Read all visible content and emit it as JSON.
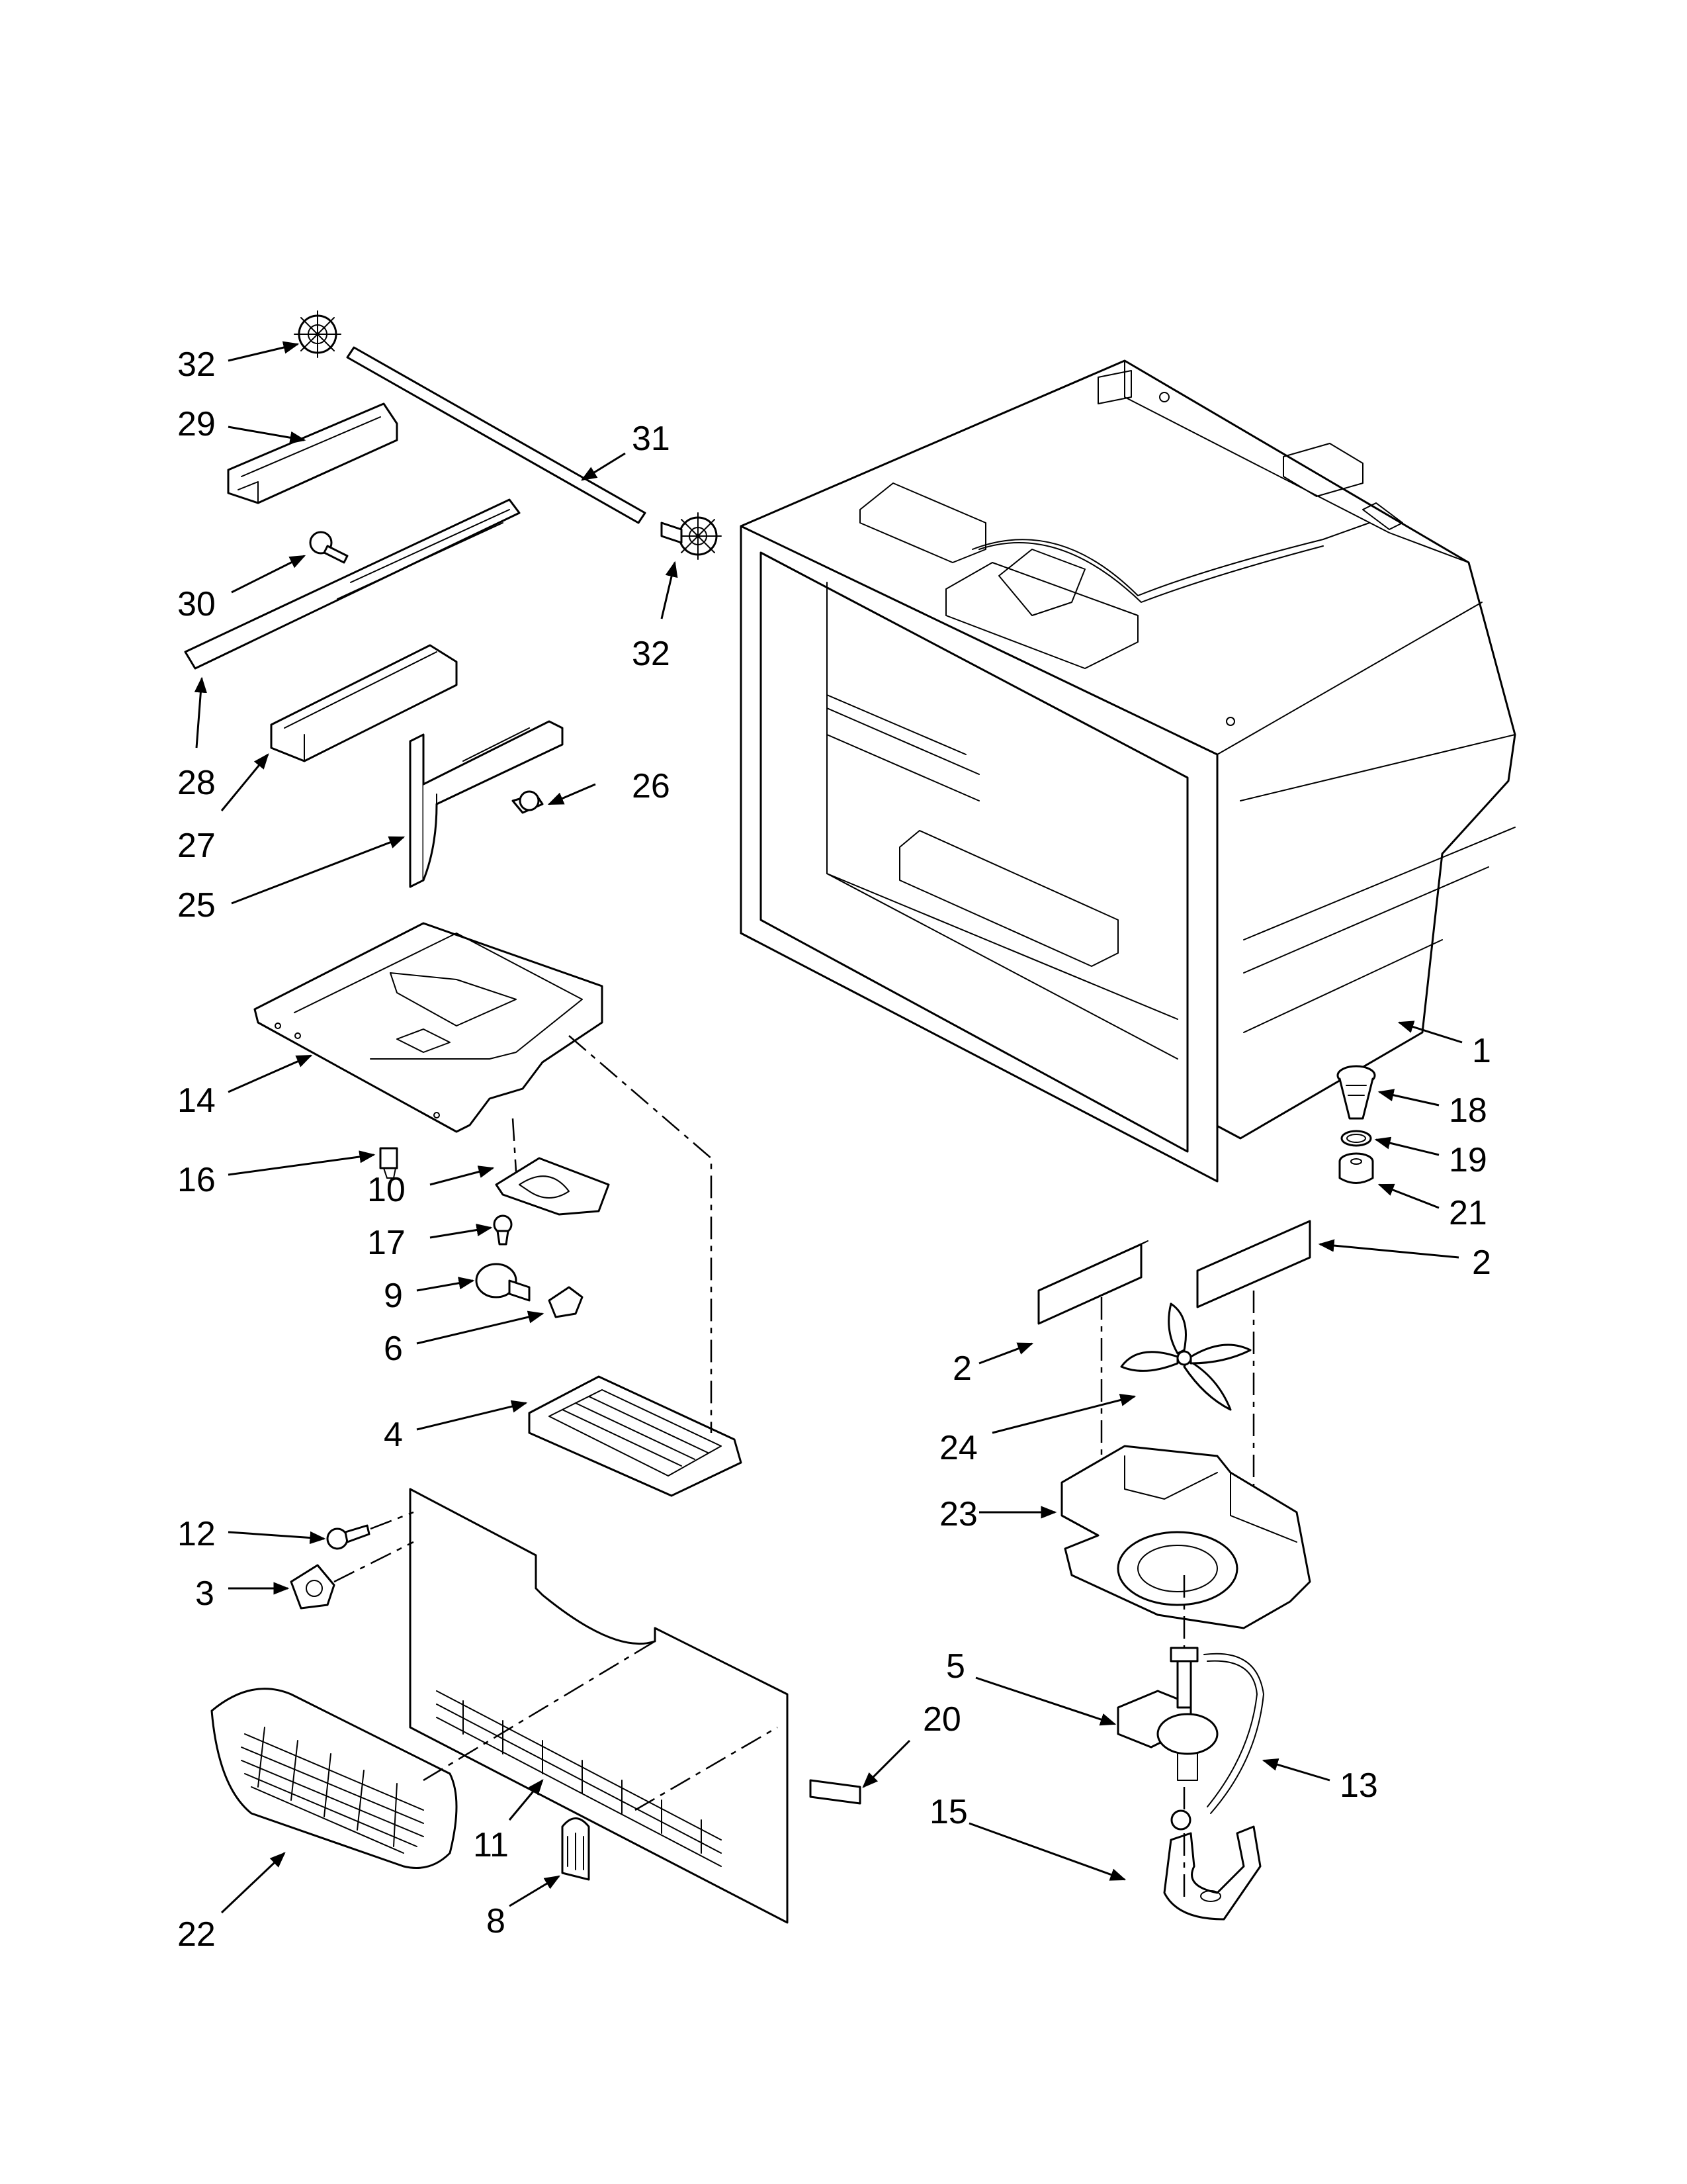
{
  "diagram": {
    "type": "exploded parts diagram",
    "callouts": [
      {
        "id": "c32a",
        "label": "32"
      },
      {
        "id": "c29",
        "label": "29"
      },
      {
        "id": "c31",
        "label": "31"
      },
      {
        "id": "c30",
        "label": "30"
      },
      {
        "id": "c32b",
        "label": "32"
      },
      {
        "id": "c28",
        "label": "28"
      },
      {
        "id": "c27",
        "label": "27"
      },
      {
        "id": "c26",
        "label": "26"
      },
      {
        "id": "c25",
        "label": "25"
      },
      {
        "id": "c14",
        "label": "14"
      },
      {
        "id": "c16",
        "label": "16"
      },
      {
        "id": "c10",
        "label": "10"
      },
      {
        "id": "c17",
        "label": "17"
      },
      {
        "id": "c9",
        "label": "9"
      },
      {
        "id": "c6",
        "label": "6"
      },
      {
        "id": "c4",
        "label": "4"
      },
      {
        "id": "c12",
        "label": "12"
      },
      {
        "id": "c3",
        "label": "3"
      },
      {
        "id": "c11",
        "label": "11"
      },
      {
        "id": "c8",
        "label": "8"
      },
      {
        "id": "c22",
        "label": "22"
      },
      {
        "id": "c20",
        "label": "20"
      },
      {
        "id": "c1",
        "label": "1"
      },
      {
        "id": "c18",
        "label": "18"
      },
      {
        "id": "c19",
        "label": "19"
      },
      {
        "id": "c21",
        "label": "21"
      },
      {
        "id": "c2a",
        "label": "2"
      },
      {
        "id": "c2b",
        "label": "2"
      },
      {
        "id": "c24",
        "label": "24"
      },
      {
        "id": "c23",
        "label": "23"
      },
      {
        "id": "c5",
        "label": "5"
      },
      {
        "id": "c13",
        "label": "13"
      },
      {
        "id": "c15",
        "label": "15"
      }
    ]
  }
}
